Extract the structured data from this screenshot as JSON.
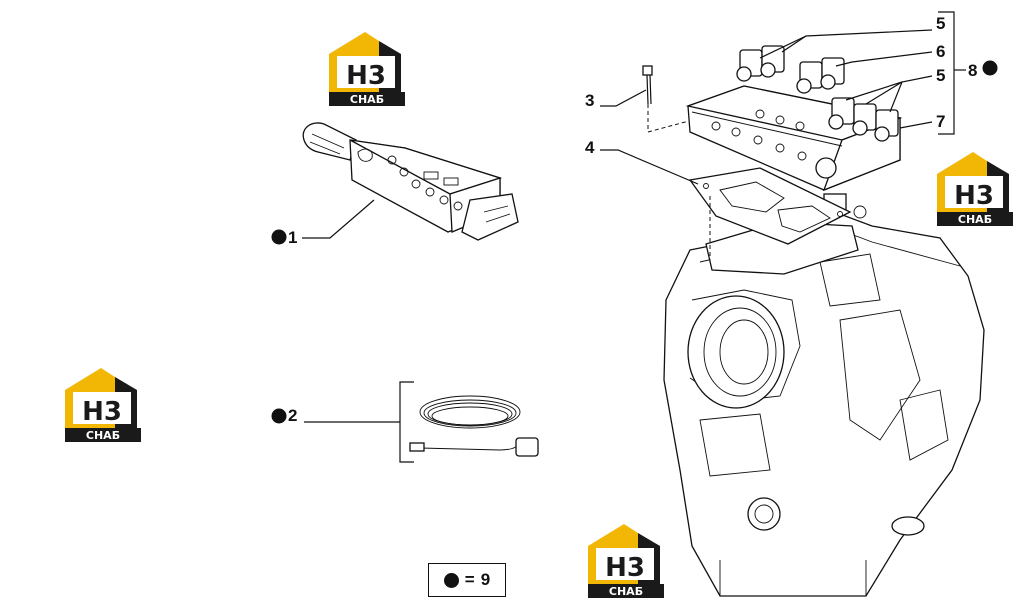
{
  "callouts": {
    "c1": "1",
    "c2": "2",
    "c3": "3",
    "c4": "4",
    "c5a": "5",
    "c6": "6",
    "c5b": "5",
    "c7": "7",
    "c8": "8"
  },
  "legend": {
    "equals": "=",
    "value": "9"
  },
  "watermark": {
    "mark": "H3",
    "word": "СНАБ",
    "colors": {
      "yellow": "#f2b705",
      "dark": "#1a1a1a",
      "gray": "#8a8a8a"
    }
  }
}
